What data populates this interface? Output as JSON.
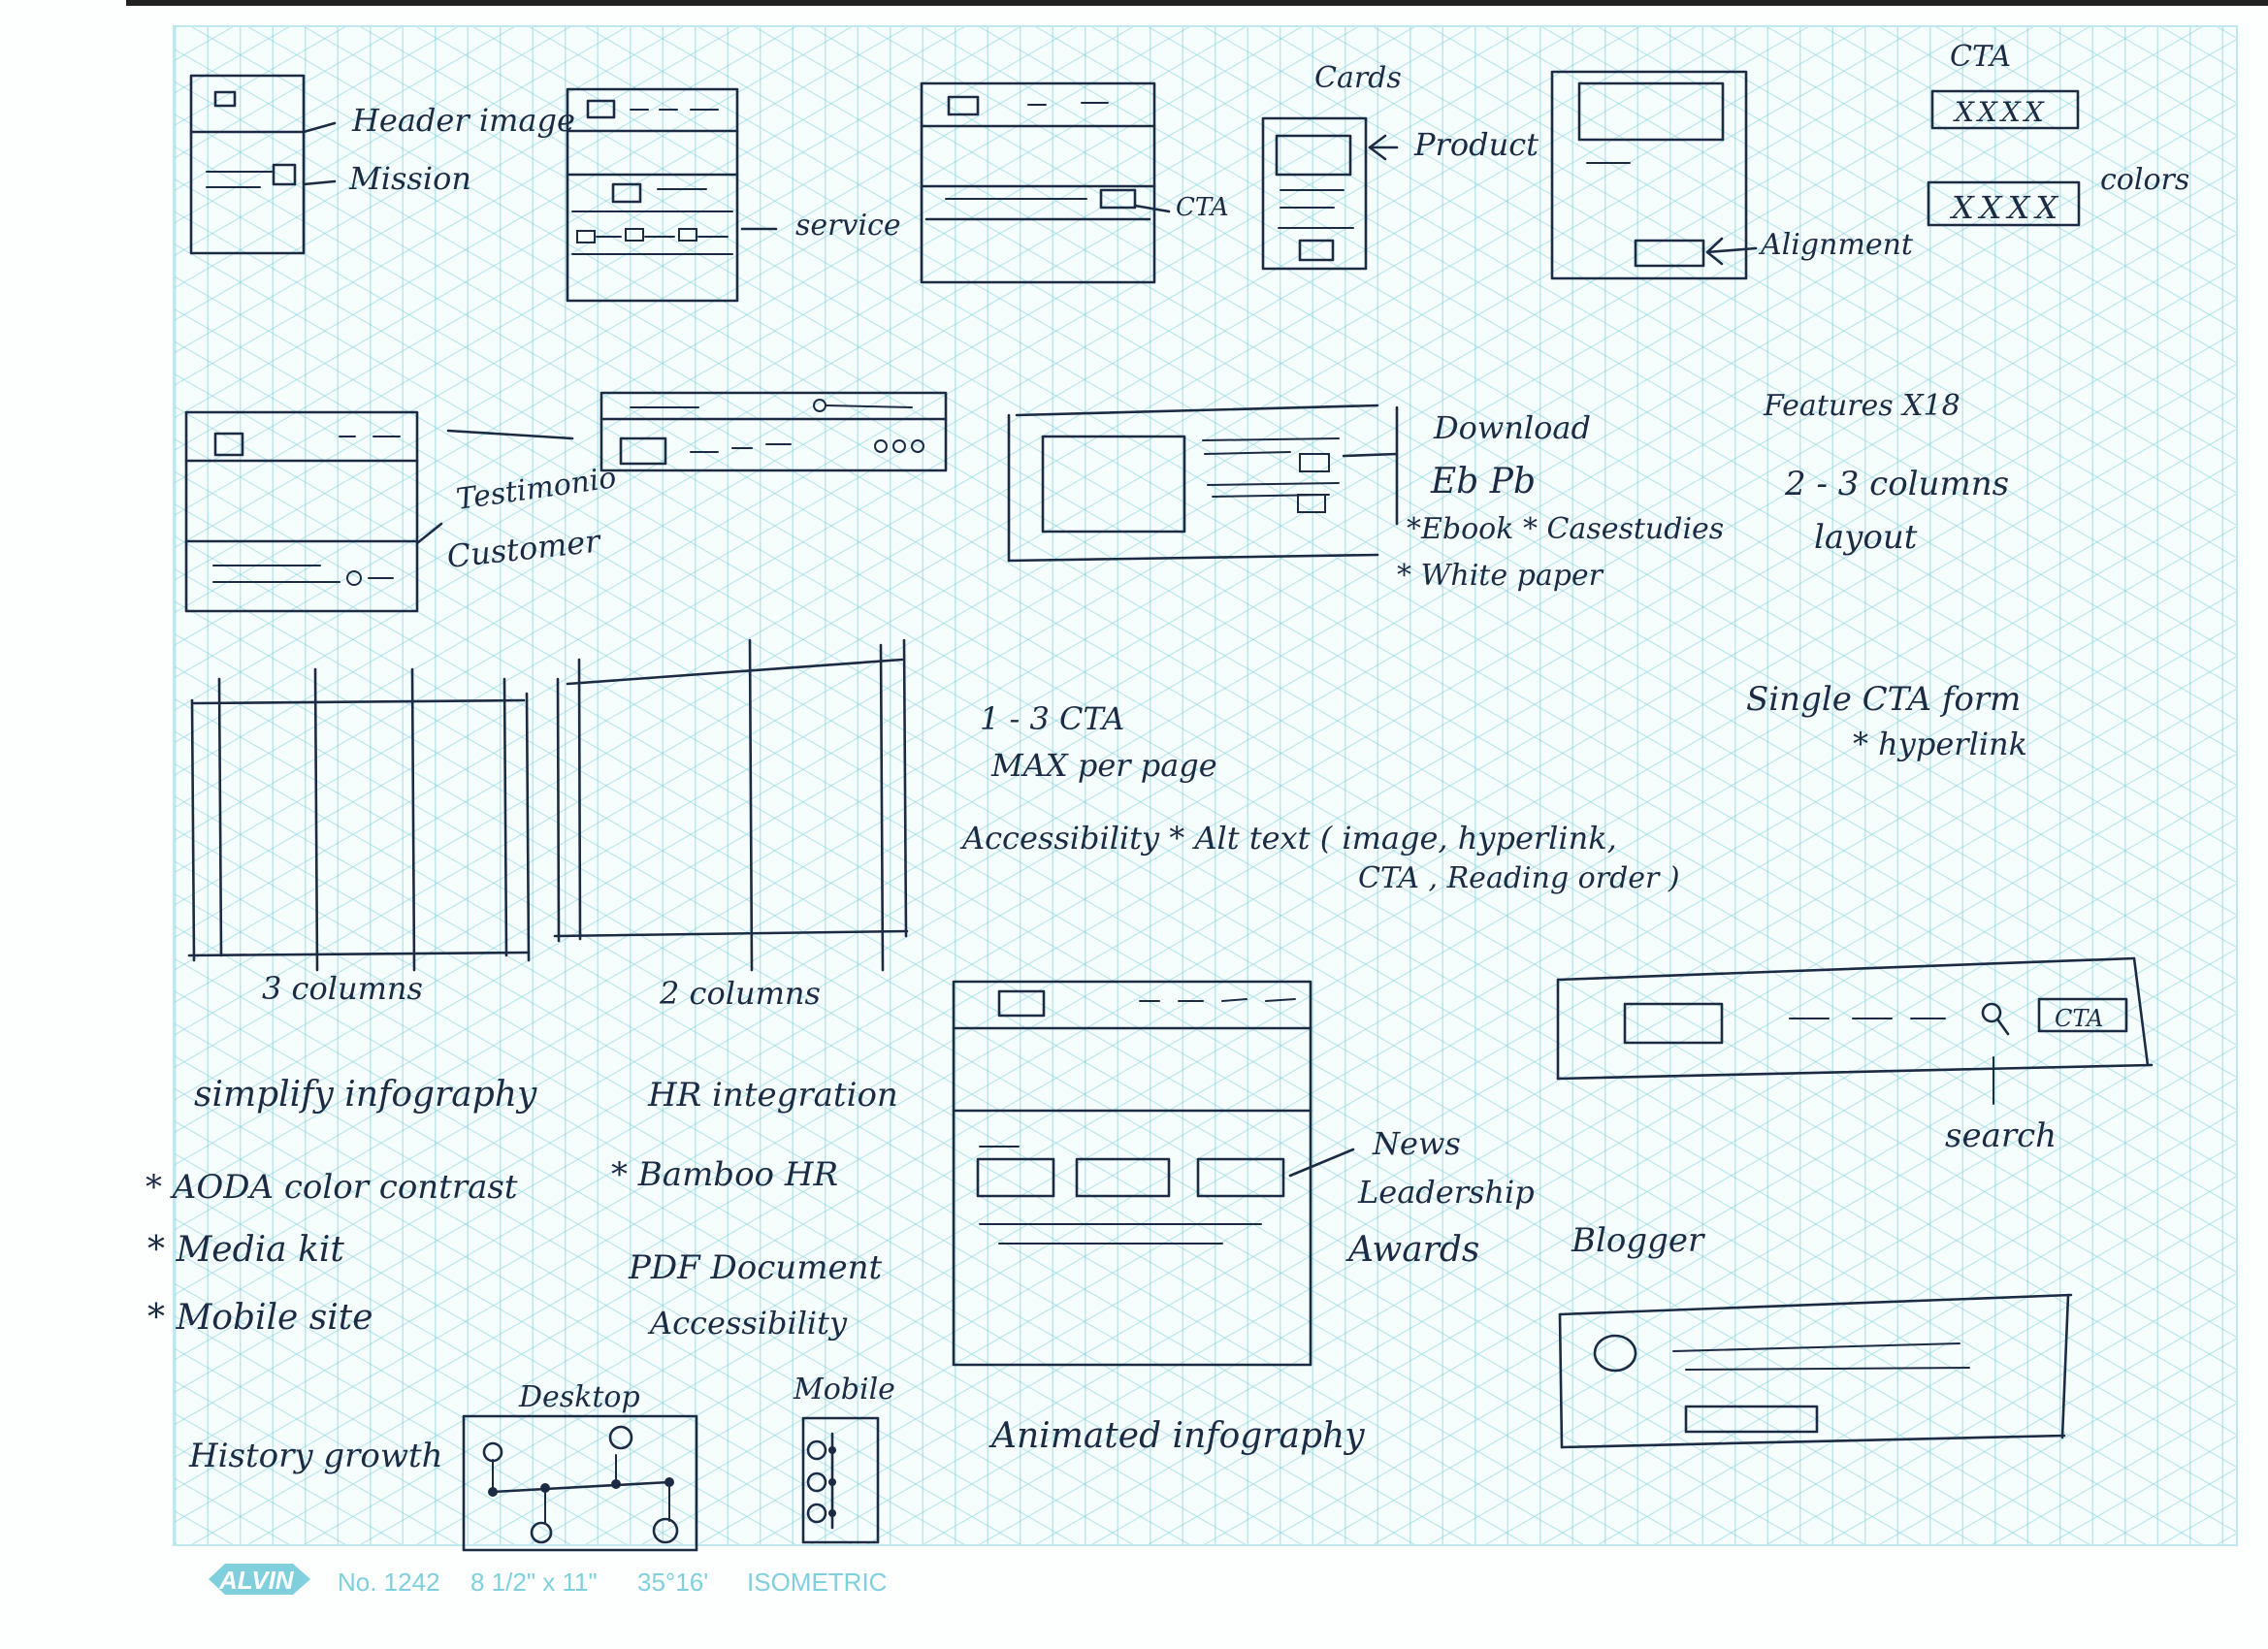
{
  "annotations": {
    "header_image": "Header image",
    "mission": "Mission",
    "service": "service",
    "cta_1": "CTA",
    "cards": "Cards",
    "product": "Product",
    "alignment": "Alignment",
    "cta_title": "CTA",
    "cta_button_1": "XXXX",
    "cta_button_2": "XXXX",
    "colors": "colors",
    "testimonio": "Testimonio",
    "customer": "Customer",
    "download": "Download",
    "eb_pb": "Eb Pb",
    "ebook_casestudies": "*Ebook * Casestudies",
    "white_paper": "* White paper",
    "features": "Features X18",
    "columns_layout_1": "2 - 3 columns",
    "columns_layout_2": "layout",
    "three_columns": "3 columns",
    "two_columns": "2 columns",
    "cta_limit_1": "1 - 3 CTA",
    "cta_limit_2": "MAX per page",
    "accessibility_1": "Accessibility * Alt text ( image, hyperlink,",
    "accessibility_2": "CTA , Reading order )",
    "single_cta_form": "Single CTA form",
    "hyperlink": "* hyperlink",
    "simplify_infography": "simplify infography",
    "hr_integration": "HR integration",
    "aoda": "* AODA color contrast",
    "bamboo_hr": "* Bamboo HR",
    "media_kit": "* Media kit",
    "pdf_document": "PDF Document",
    "pdf_accessibility": "Accessibility",
    "mobile_site": "* Mobile site",
    "news": "News",
    "leadership": "Leadership",
    "awards": "Awards",
    "nav_cta": "CTA",
    "search": "search",
    "blogger": "Blogger",
    "desktop": "Desktop",
    "mobile": "Mobile",
    "history_growth": "History growth",
    "animated_infography": "Animated infography"
  },
  "footer": {
    "brand": "ALVIN",
    "product_no": "No. 1242",
    "size": "8 1/2\" x 11\"",
    "angle": "35°16'",
    "grid_type": "ISOMETRIC"
  },
  "colors": {
    "ink": "#1c2b44",
    "grid": "#78cdd7",
    "footer": "#7fd0dc"
  }
}
